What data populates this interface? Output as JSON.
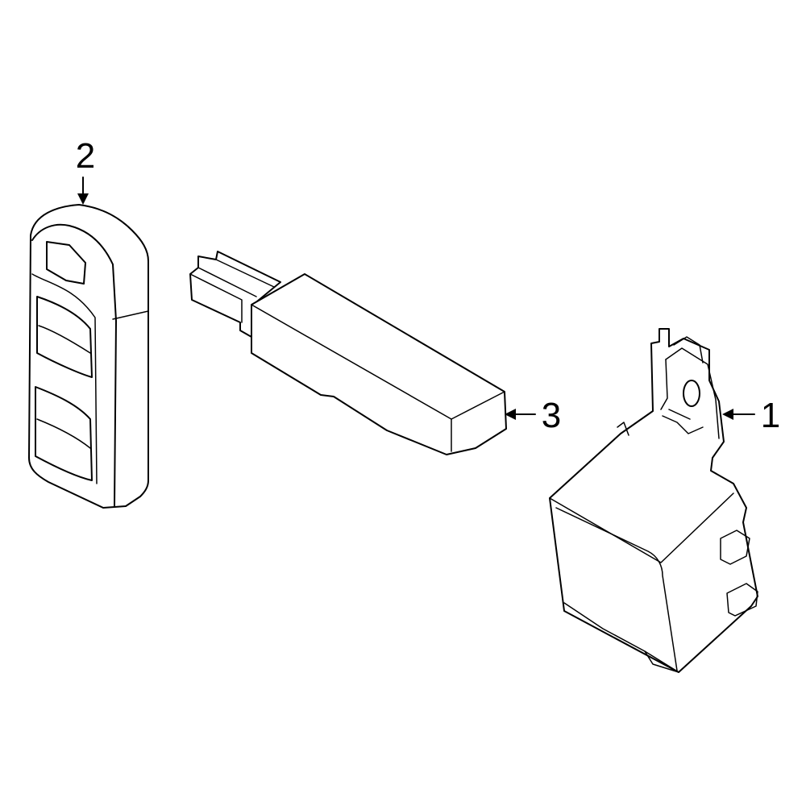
{
  "colors": {
    "highlight": "#3a5fc8",
    "line": "#000000",
    "background": "#ffffff"
  },
  "parts": [
    {
      "callout": "1",
      "icon": "control-module-icon",
      "highlighted": false
    },
    {
      "callout": "2",
      "icon": "key-fob-icon",
      "highlighted": true
    },
    {
      "callout": "3",
      "icon": "antenna-module-icon",
      "highlighted": false
    }
  ]
}
